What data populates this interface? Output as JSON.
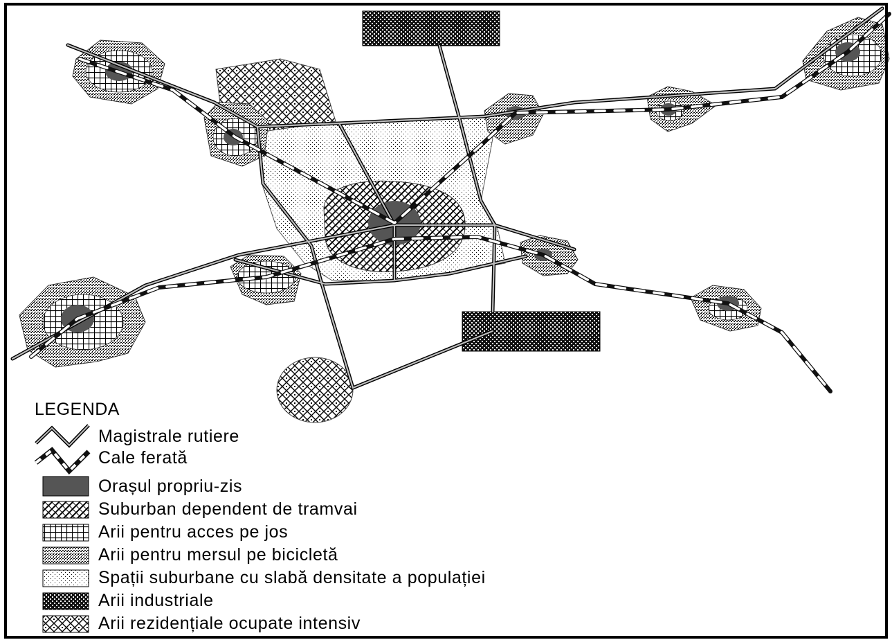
{
  "legend": {
    "title": "LEGENDA",
    "items": [
      {
        "label": "Magistrale rutiere",
        "symbol": "road-line-icon"
      },
      {
        "label": "Cale ferată",
        "symbol": "railway-line-icon"
      },
      {
        "label": "Orașul propriu-zis",
        "symbol": "solid-dark-swatch"
      },
      {
        "label": "Suburban dependent de tramvai",
        "symbol": "crosshatch-swatch"
      },
      {
        "label": "Arii pentru acces pe jos",
        "symbol": "grid-swatch"
      },
      {
        "label": "Arii pentru mersul pe bicicletă",
        "symbol": "dense-dots-swatch"
      },
      {
        "label": "Spații suburbane cu slabă densitate a populației",
        "symbol": "sparse-dots-swatch"
      },
      {
        "label": "Arii industriale",
        "symbol": "dark-checker-swatch"
      },
      {
        "label": "Arii rezidențiale ocupate intensiv",
        "symbol": "diamond-swatch"
      }
    ]
  },
  "colors": {
    "city_core": "#555555",
    "road": "#9a9a9a",
    "rail_dark": "#111111",
    "rail_light": "#ffffff",
    "frame": "#000000"
  }
}
